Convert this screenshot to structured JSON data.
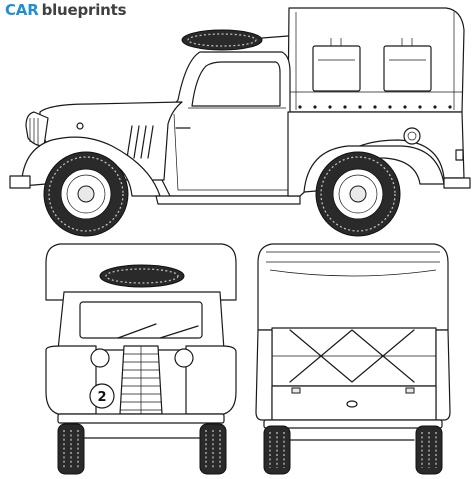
{
  "logo": {
    "brand": "CAR",
    "suffix": "blueprints"
  },
  "front_view": {
    "plate_number": "2"
  },
  "colors": {
    "brand_blue": "#1f8fd2",
    "brand_gray": "#404040",
    "line": "#1a1a1a",
    "tyre": "#2a2a2a"
  }
}
